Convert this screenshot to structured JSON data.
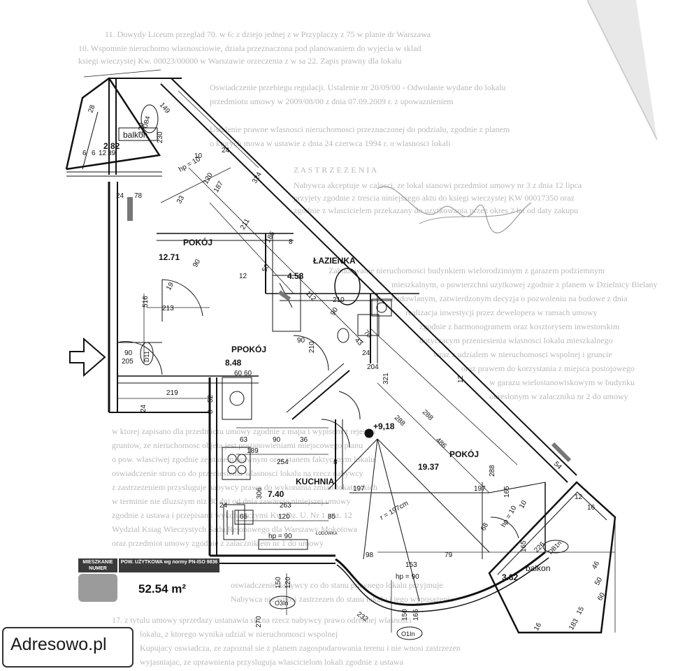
{
  "rooms": {
    "balkon_top": {
      "name": "balkon",
      "area": "2.82"
    },
    "pokoj_1": {
      "name": "POKÓJ",
      "area": "12.71"
    },
    "lazienka": {
      "name": "ŁAZIENKA",
      "area": "4.58"
    },
    "ppokoj": {
      "name": "PPOKÓJ",
      "area": "8.48"
    },
    "kuchnia": {
      "name": "KUCHNIA",
      "area": "7.40"
    },
    "pokoj_2": {
      "name": "POKÓJ",
      "area": "19.37"
    },
    "balkon_bottom": {
      "name": "balkon",
      "area": "3.82"
    }
  },
  "level_mark": "+9,18",
  "hp_labels": {
    "balcony_door_top": "hp = 10",
    "kitchen": "hp = 90",
    "bay": "hp = 90",
    "balcony_door_bottom": "hp = 10"
  },
  "vent_labels": {
    "db4": "DB4",
    "d11": "D11",
    "db1n": "DB1n",
    "o3in": "O3In",
    "o1in": "O1In"
  },
  "dimensions": {
    "top": [
      "28",
      "6",
      "149",
      "120",
      "230",
      "6",
      "12",
      "39",
      "10",
      "24",
      "120",
      "187",
      "324",
      "33",
      "211",
      "8"
    ],
    "left": [
      "24",
      "78",
      "516",
      "19",
      "90",
      "213",
      "90",
      "205",
      "219",
      "24"
    ],
    "pokoj1": [
      "186",
      "50",
      "12",
      "112",
      "210",
      "90",
      "70",
      "43"
    ],
    "ppokoj": [
      "90",
      "210",
      "24",
      "204",
      "321",
      "12",
      "288",
      "288",
      "486"
    ],
    "kitchen": [
      "60",
      "60",
      "52",
      "8",
      "63",
      "90",
      "36",
      "189",
      "254",
      "8",
      "306",
      "263",
      "120",
      "85",
      "65",
      "24"
    ],
    "bay": [
      "197",
      "197",
      "r = 197cm",
      "98",
      "79",
      "153",
      "68",
      "150",
      "120",
      "150",
      "165",
      "232",
      "270"
    ],
    "balcony_bottom": [
      "288",
      "165",
      "10",
      "54",
      "12",
      "16",
      "226",
      "165",
      "46",
      "50",
      "60",
      "15",
      "16",
      "183"
    ]
  },
  "kitchen_note": "LODÓWKA",
  "summary": {
    "label_left": "MIESZKANIE NUMER",
    "label_right": "POW. UŻYTKOWA wg normy PN-ISO 9836",
    "area_value": "52.54",
    "area_unit": "m²"
  },
  "watermark": "Adresowo.pl"
}
